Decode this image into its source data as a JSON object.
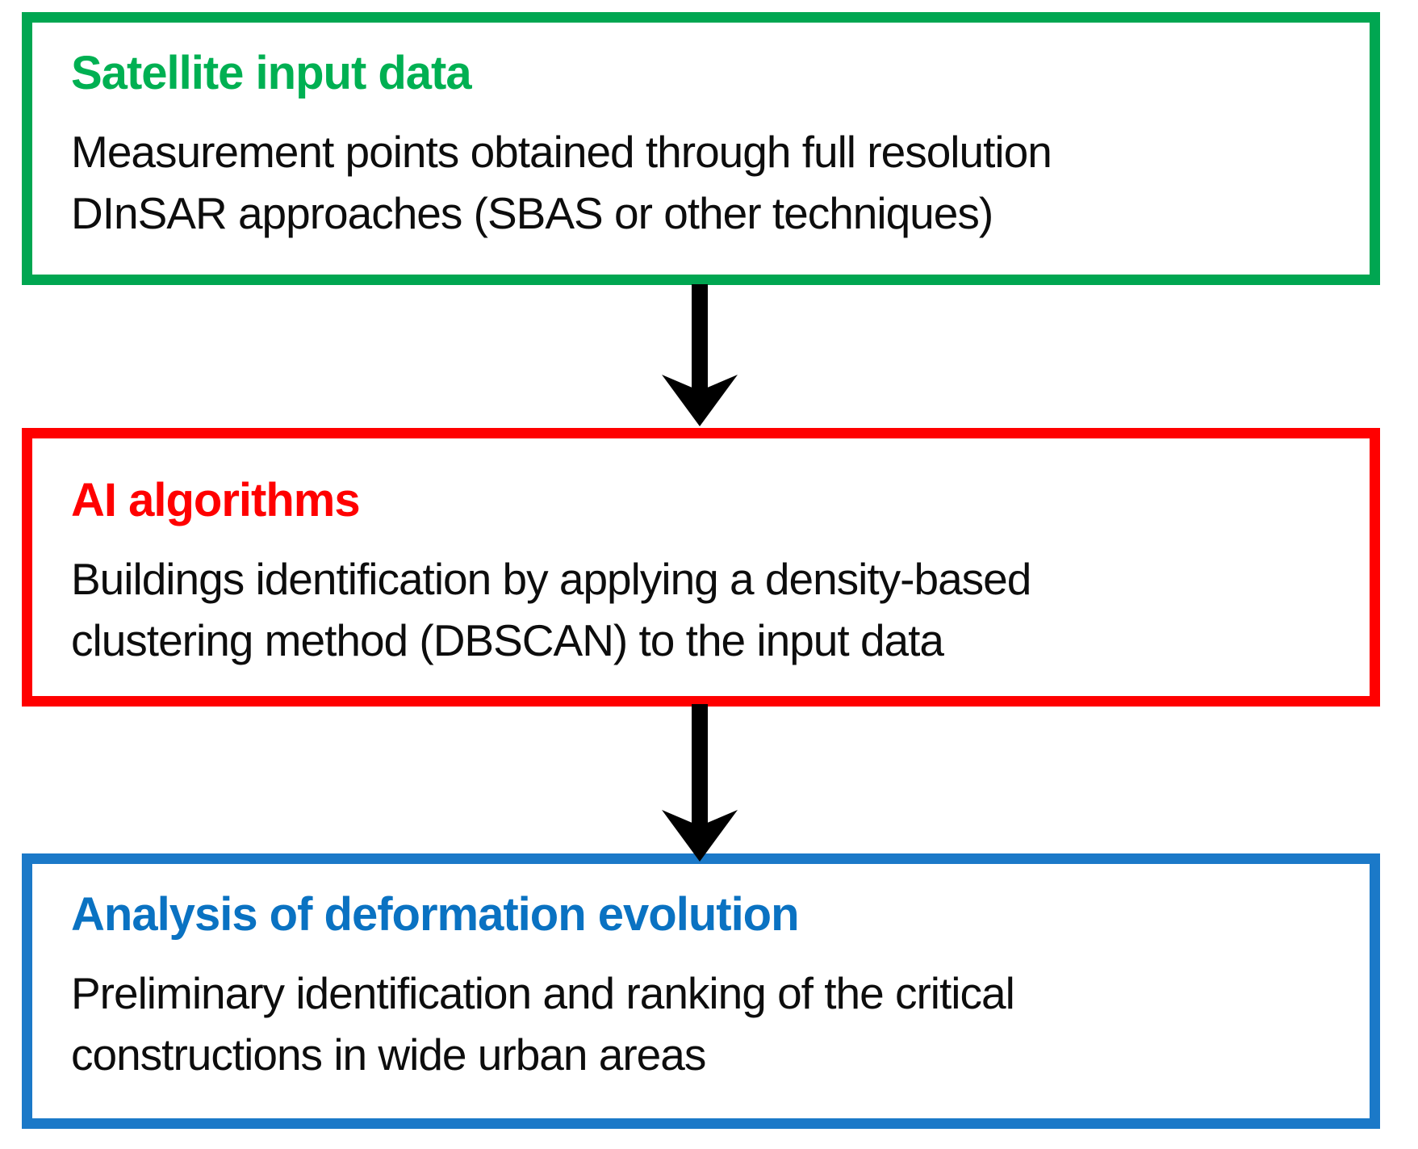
{
  "diagram": {
    "background_color": "#ffffff",
    "text_color": "#0d0d0d",
    "arrow_color": "#000000",
    "boxes": [
      {
        "id": "satellite-input-data",
        "title": "Satellite input data",
        "body": "Measurement points obtained through full resolution\nDInSAR approaches (SBAS or other techniques)",
        "border_color": "#00a651",
        "title_color": "#00b052"
      },
      {
        "id": "ai-algorithms",
        "title": "AI algorithms",
        "body": "Buildings identification by applying a density-based\nclustering method (DBSCAN) to the input data",
        "border_color": "#ff0000",
        "title_color": "#ff0000"
      },
      {
        "id": "analysis-of-deformation-evolution",
        "title": "Analysis of deformation evolution",
        "body": "Preliminary identification and ranking of the critical\nconstructions in wide urban areas",
        "border_color": "#1b79c8",
        "title_color": "#0a72c2"
      }
    ],
    "arrows": [
      {
        "name": "arrow-satellite-to-ai"
      },
      {
        "name": "arrow-ai-to-analysis"
      }
    ]
  }
}
